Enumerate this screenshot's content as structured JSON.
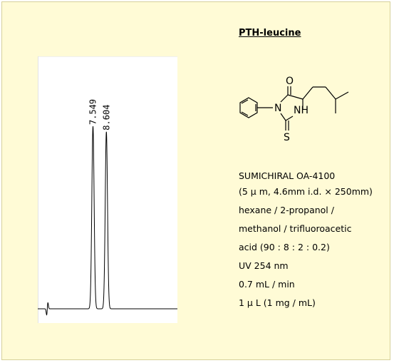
{
  "compound": {
    "name": "PTH-leucine"
  },
  "structure_atoms": {
    "O": "O",
    "N1": "N",
    "NH": "NH",
    "S": "S"
  },
  "conditions": [
    "SUMICHIRAL OA-4100",
    "(5 μ m, 4.6mm i.d. × 250mm)",
    "hexane / 2-propanol /",
    "methanol / trifluoroacetic",
    "acid (90 : 8 : 2 : 0.2)",
    "UV 254 nm",
    "0.7 mL / min",
    "1 μ L (1 mg / mL)"
  ],
  "chart_data": {
    "type": "line",
    "title": "",
    "xlabel": "",
    "ylabel": "",
    "peaks": [
      {
        "label": "7.549",
        "retention_time": 7.549,
        "relative_height": 1.0
      },
      {
        "label": "8.604",
        "retention_time": 8.604,
        "relative_height": 0.97
      }
    ],
    "grid": false,
    "legend": "none"
  }
}
